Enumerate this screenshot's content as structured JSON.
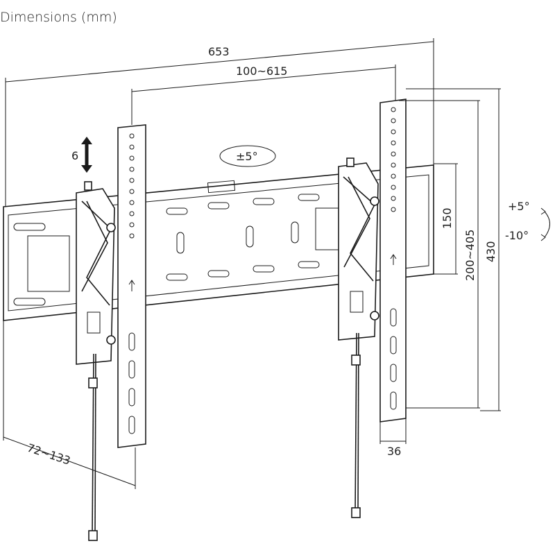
{
  "title": "Dimensions (mm)",
  "dimensions": {
    "overall_width": "653",
    "vesa_horizontal": "100~615",
    "swivel": "±5°",
    "height_adjust": "6",
    "tilt_up": "+5°",
    "tilt_down": "-10°",
    "rail_height": "150",
    "vesa_vertical": "200~405",
    "arm_height": "430",
    "arm_width": "36",
    "wall_distance": "72~133"
  }
}
